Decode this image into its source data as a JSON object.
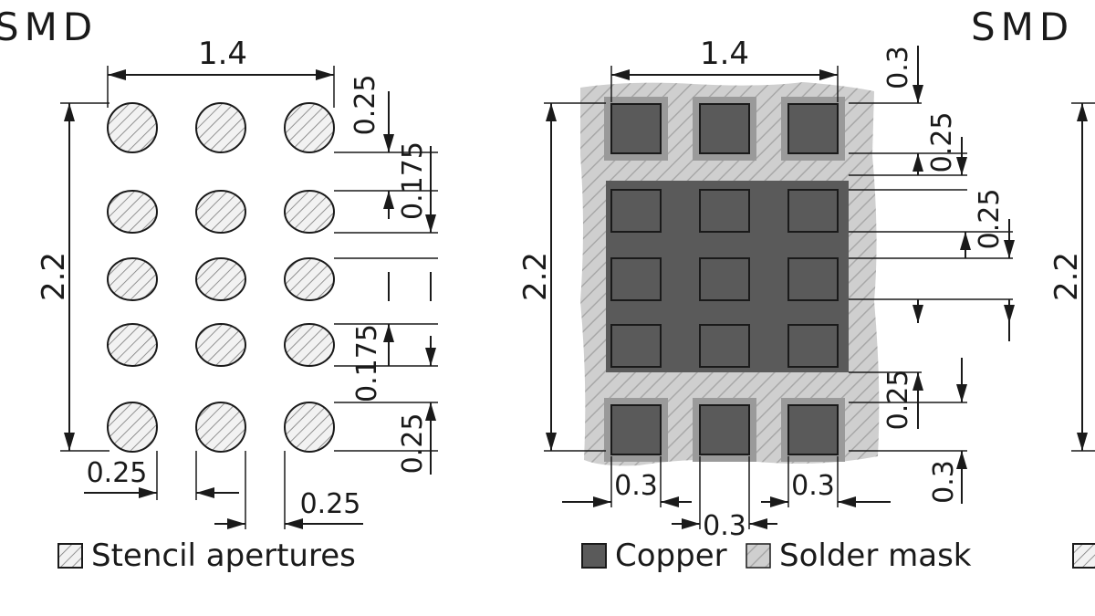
{
  "left": {
    "title": "SMD",
    "width_dim": "1.4",
    "height_dim": "2.2",
    "dims": {
      "top_025": "0.25",
      "v_0175_a": "0.175",
      "v_0175_b": "0.175",
      "bottom_025": "0.25",
      "h_025_left": "0.25",
      "h_025_right": "0.25"
    },
    "legend": "Stencil apertures"
  },
  "middle": {
    "width_dim": "1.4",
    "height_dim": "2.2",
    "dims": {
      "top_03": "0.3",
      "v_025_a": "0.25",
      "v_025_b": "0.25",
      "v_025_c": "0.25",
      "bottom_03": "0.3",
      "h_03_left": "0.3",
      "h_03_mid": "0.3",
      "h_03_right": "0.3"
    },
    "legend_copper": "Copper",
    "legend_mask": "Solder mask"
  },
  "right": {
    "title": "SMD",
    "height_dim": "2.2"
  },
  "colors": {
    "copper": "#5a5a5a",
    "mask": "#c4c4c4",
    "aperture_fill": "#eeeeee",
    "line": "#1a1a1a"
  }
}
